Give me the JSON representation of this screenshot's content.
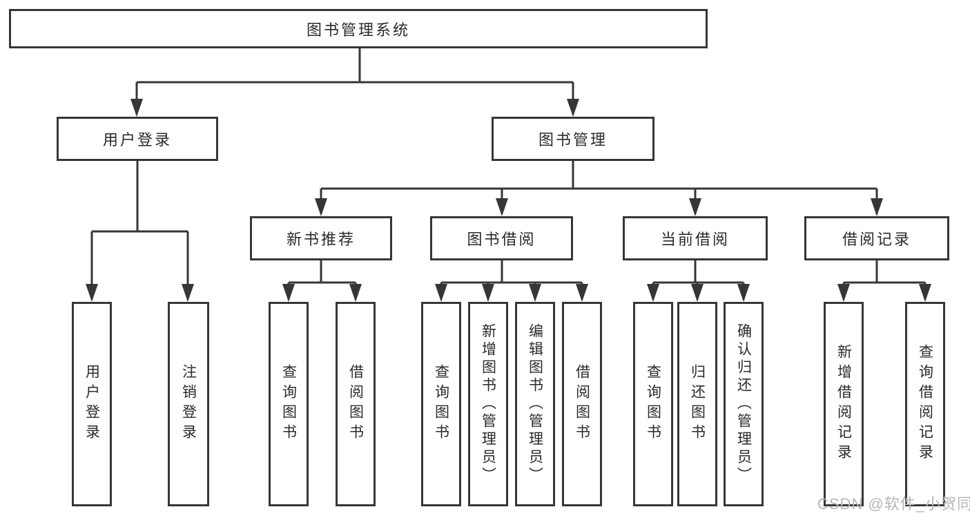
{
  "diagram": {
    "title": "图书管理系统",
    "nodes": {
      "root": "图书管理系统",
      "user_login": "用户登录",
      "book_mgmt": "图书管理",
      "new_book_rec": "新书推荐",
      "book_borrow": "图书借阅",
      "current_borrow": "当前借阅",
      "borrow_records": "借阅记录",
      "leaf_user_login": "用户登录",
      "leaf_logout": "注销登录",
      "leaf_query_book_rec": "查询图书",
      "leaf_borrow_book_rec": "借阅图书",
      "leaf_query_book_borrow": "查询图书",
      "leaf_add_book_admin": "新增图书（管理员）",
      "leaf_edit_book_admin": "编辑图书（管理员）",
      "leaf_borrow_book_borrow": "借阅图书",
      "leaf_query_book_current": "查询图书",
      "leaf_return_book": "归还图书",
      "leaf_confirm_return_admin": "确认归还（管理员）",
      "leaf_add_borrow_record": "新增借阅记录",
      "leaf_query_borrow_record": "查询借阅记录"
    },
    "colors": {
      "line": "#363636",
      "box_border": "#363636",
      "text": "#2a2a2a",
      "background": "#ffffff",
      "watermark": "#b6b6b6"
    }
  },
  "watermark": "CSDN @软件_小贺同学"
}
